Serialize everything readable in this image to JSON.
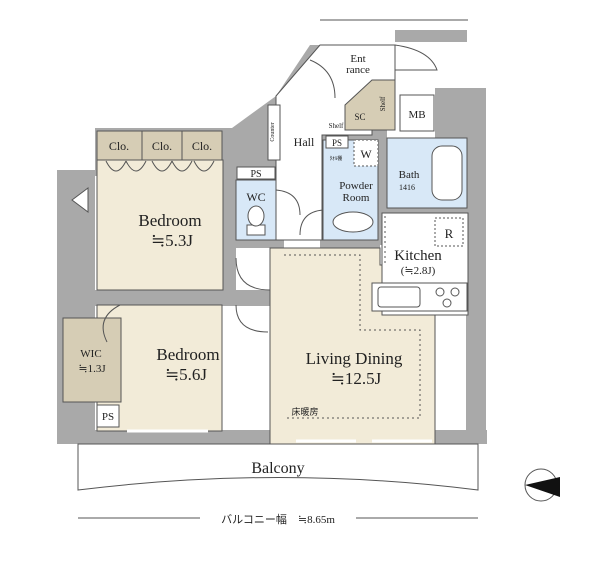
{
  "rooms": {
    "bedroom1": {
      "name": "Bedroom",
      "size": "≒5.3J"
    },
    "bedroom2": {
      "name": "Bedroom",
      "size": "≒5.6J"
    },
    "wic": {
      "name": "WIC",
      "size": "≒1.3J"
    },
    "living": {
      "name": "Living Dining",
      "size": "≒12.5J",
      "note": "床暖房"
    },
    "kitchen": {
      "name": "Kitchen",
      "size": "(≒2.8J)"
    },
    "balcony": {
      "name": "Balcony"
    },
    "wc": {
      "name": "WC"
    },
    "bath": {
      "name": "Bath",
      "model": "1416"
    },
    "powder": {
      "name_line1": "Powder",
      "name_line2": "Room"
    },
    "hall": {
      "name": "Hall"
    },
    "entrance": {
      "name_line1": "Ent",
      "name_line2": "rance"
    }
  },
  "fixtures": {
    "closet": "Clo.",
    "ps": "PS",
    "sc": "SC",
    "shelf": "Shelf",
    "mb": "MB",
    "counter": "Counter",
    "washer": "W",
    "fridge": "R",
    "small_label": "ﾀｵﾙ棚"
  },
  "dimension": {
    "label": "バルコニー幅　≒8.65m"
  },
  "compass": {
    "icon": "north-arrow-icon"
  },
  "colors": {
    "wall": "#a9a9a9",
    "room": "#f2ebd8",
    "wet": "#d8e8f7",
    "storage": "#d6cdb5",
    "kitchen_floor": "#ffffff"
  }
}
